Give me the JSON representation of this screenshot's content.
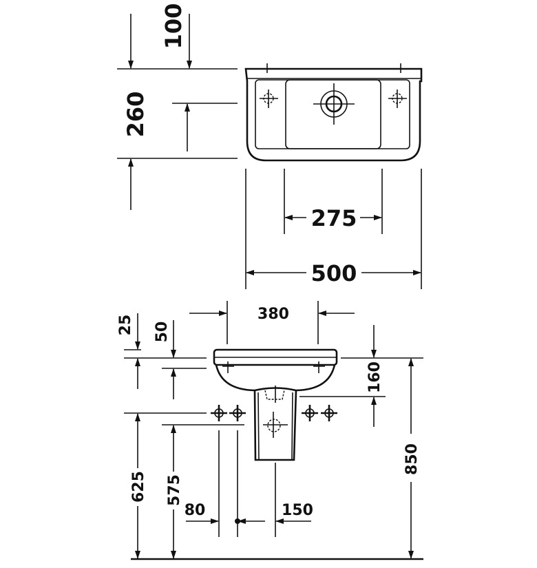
{
  "dimensions": {
    "top_view": {
      "depth_offset": "100",
      "depth": "260",
      "bowl_width": "275",
      "total_width": "500"
    },
    "front_view": {
      "pedestal_width": "380",
      "rim": "25",
      "rim_to_hole": "50",
      "bowl_height": "160",
      "total_height": "850",
      "supply_height": "625",
      "bracket_height": "575",
      "supply_offset": "80",
      "drain_offset": "150"
    }
  }
}
